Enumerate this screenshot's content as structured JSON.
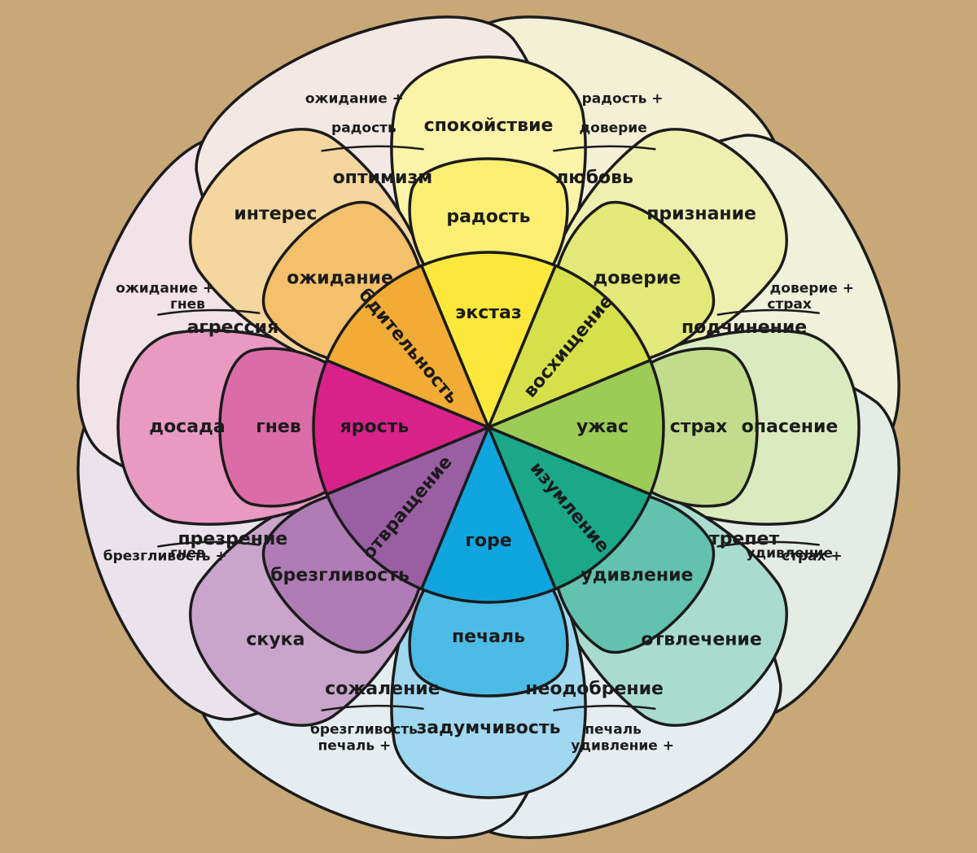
{
  "colors": {
    "background": "#c9a878",
    "outline": "#1b1b1b",
    "yellow_dark": "#fbe83a",
    "yellow_mid": "#fbee72",
    "yellow_light": "#fbf3a8",
    "lime_dark": "#d6e04a",
    "lime_mid": "#e3e978",
    "lime_light": "#eef0b0",
    "green_dark": "#9ccb56",
    "green_mid": "#c1dc8c",
    "green_light": "#dceac0",
    "teal_dark": "#1aa889",
    "teal_mid": "#63c2ad",
    "teal_light": "#a9dccf",
    "blue_dark": "#10a5df",
    "blue_mid": "#4cbbe6",
    "blue_light": "#9fd8f0",
    "purple_dark": "#9a5ea3",
    "purple_mid": "#b07cb5",
    "purple_light": "#c9a5cc",
    "pink_dark": "#d8228a",
    "pink_mid": "#dc6ca8",
    "pink_light": "#e89ac1",
    "orange_dark": "#f2ab34",
    "orange_mid": "#f4c06c",
    "orange_light": "#f4d69e",
    "dyad_top": "#f3f0d6",
    "dyad_right": "#f0f1da",
    "dyad_right_low": "#e5ece6",
    "dyad_bottom": "#e6edf0",
    "dyad_bottom_left": "#ebe3ec",
    "dyad_left": "#f1e3e8",
    "dyad_left_top": "#f3e9e4"
  },
  "core": {
    "ecstasy": "экстаз",
    "admiration": "восхищение",
    "terror": "ужас",
    "amazement": "изумление",
    "grief": "горе",
    "loathing": "отвращение",
    "rage": "ярость",
    "vigilance": "бдительность"
  },
  "middle": {
    "joy": "радость",
    "trust": "доверие",
    "fear": "страх",
    "surprise": "удивление",
    "sadness": "печаль",
    "disgust": "брезгливость",
    "anger": "гнев",
    "anticipation": "ожидание"
  },
  "outer": {
    "serenity": "спокойствие",
    "acceptance": "признание",
    "apprehension": "опасение",
    "distraction": "отвлечение",
    "pensiveness": "задумчивость",
    "boredom": "скука",
    "annoyance": "досада",
    "interest": "интерес"
  },
  "dyads": {
    "love": {
      "formula_1": "радость +",
      "formula_2": "доверие",
      "result": "любовь"
    },
    "submission": {
      "formula_1": "доверие +",
      "formula_2": "страх",
      "result": "подчинение"
    },
    "awe": {
      "formula_1": "страх +",
      "formula_2": "удивление",
      "result": "трепет"
    },
    "disapproval": {
      "formula_1": "удивление +",
      "formula_2": "печаль",
      "result": "неодобрение"
    },
    "remorse": {
      "formula_1": "печаль +",
      "formula_2": "брезгливость",
      "result": "сожаление"
    },
    "contempt": {
      "formula_1": "брезгливость +",
      "formula_2": "гнев",
      "result": "презрение"
    },
    "aggression": {
      "formula_1": "ожидание +",
      "formula_2": "гнев",
      "result": "агрессия"
    },
    "optimism": {
      "formula_1": "ожидание +",
      "formula_2": "радость",
      "result": "оптимизм"
    }
  }
}
